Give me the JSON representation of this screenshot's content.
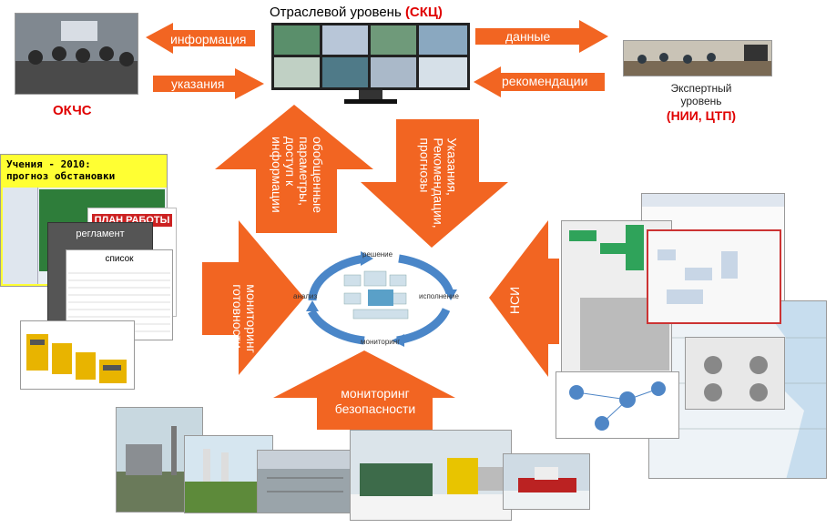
{
  "top": {
    "title": "Отраслевой уровень",
    "title_code": "(СКЦ)"
  },
  "left": {
    "org": "ОКЧС"
  },
  "right": {
    "org_line1": "Экспертный",
    "org_line2": "уровень",
    "org_code": "(НИИ, ЦТП)"
  },
  "arrows": {
    "info": "информация",
    "instructions": "указания",
    "data": "данные",
    "recommendations": "рекомендации",
    "up_line1": "обобщенные",
    "up_line2": "параметры,",
    "up_line3": "доступ к",
    "up_line4": "информации",
    "down_line1": "Указания,",
    "down_line2": "Рекомендации,",
    "down_line3": "прогнозы",
    "left_line1": "мониторинг",
    "left_line2": "готовности",
    "right_label": "НСИ",
    "bottom_line1": "мониторинг",
    "bottom_line2": "безопасности"
  },
  "cycle": {
    "decision": "решение",
    "execution": "исполнение",
    "monitoring": "мониторинг",
    "analysis": "анализ"
  },
  "docs": {
    "exercise_line1": "Учения - 2010:",
    "exercise_line2": "прогноз обстановки",
    "work_plan": "ПЛАН РАБОТЫ",
    "regulation": "регламент",
    "list": "список"
  },
  "colors": {
    "arrow": "#f26522",
    "cycle": "#4a86c8",
    "accent_red": "#e00000",
    "note_yellow": "#ffff33"
  }
}
